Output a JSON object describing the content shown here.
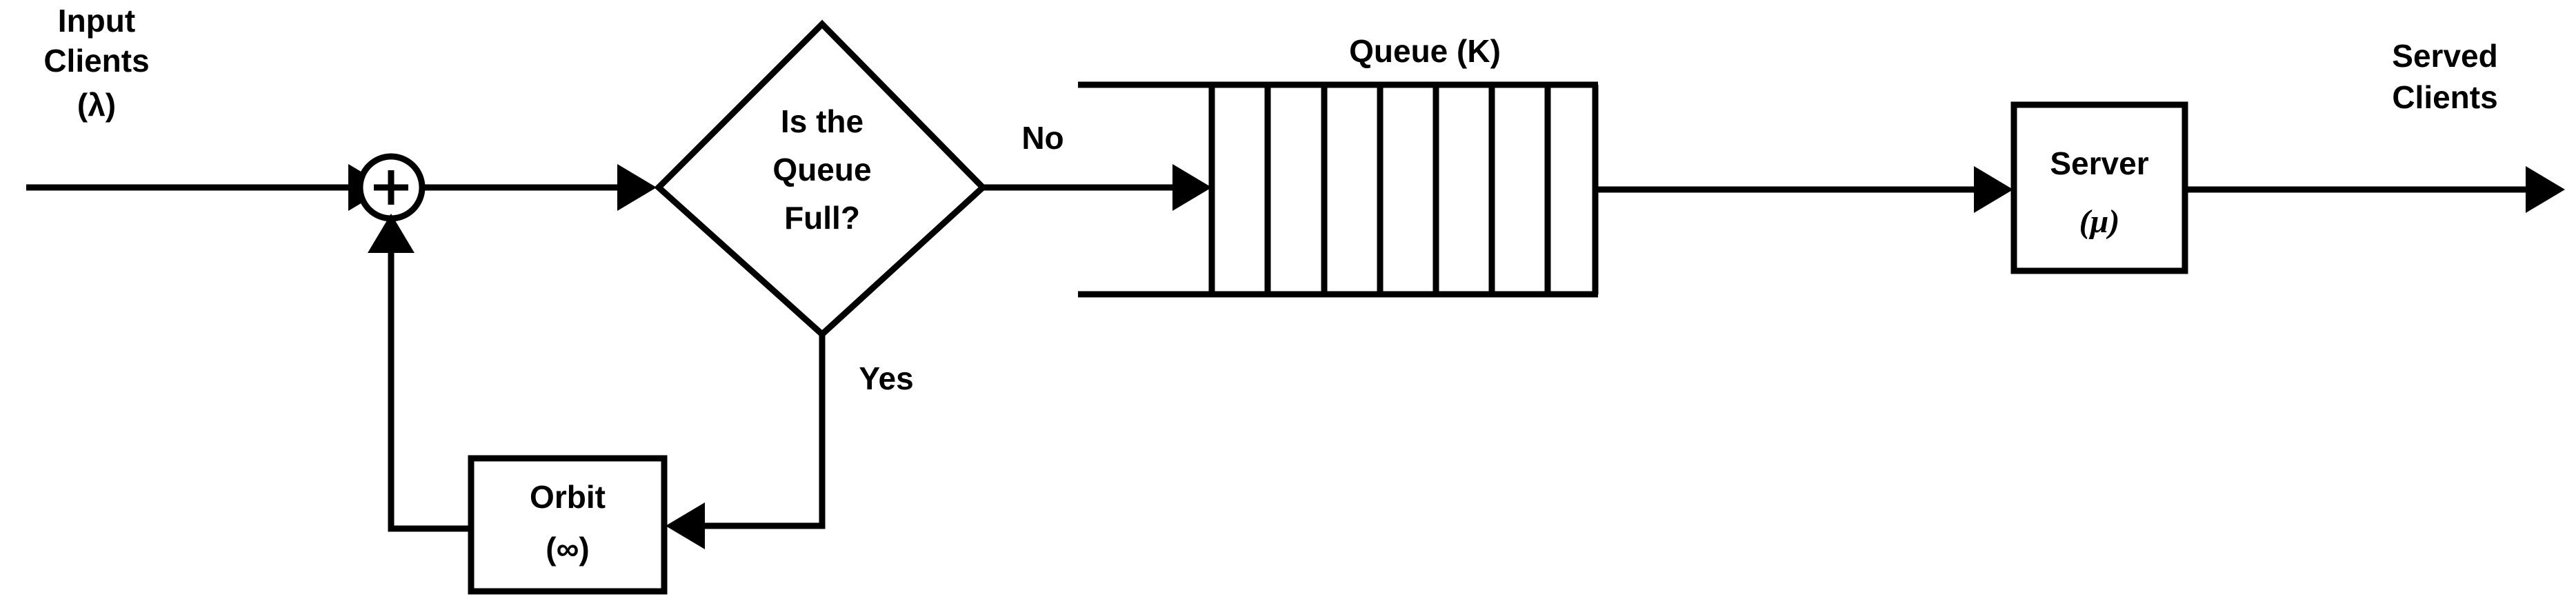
{
  "diagram": {
    "title": "Retrial queueing system flow diagram",
    "background_color": "#ffffff",
    "line_color": "#000000",
    "labels": {
      "input_line1": "Input",
      "input_line2": "Clients",
      "input_rate": "(λ)",
      "sum_symbol": "+",
      "decision_line1": "Is the",
      "decision_line2": "Queue",
      "decision_line3": "Full?",
      "branch_no": "No",
      "branch_yes": "Yes",
      "queue_title": "Queue (K)",
      "server_line1": "Server",
      "server_rate": "(μ)",
      "orbit_line1": "Orbit",
      "orbit_capacity": "(∞)",
      "output_line1": "Served",
      "output_line2": "Clients"
    },
    "nodes": [
      {
        "id": "input-source",
        "type": "text-label",
        "label": "Input Clients (λ)"
      },
      {
        "id": "summing-junction",
        "type": "circle",
        "label": "+"
      },
      {
        "id": "decision",
        "type": "diamond",
        "label": "Is the Queue Full?"
      },
      {
        "id": "queue",
        "type": "queue-buffer",
        "label": "Queue (K)",
        "cells": 7
      },
      {
        "id": "server",
        "type": "rectangle",
        "label": "Server (μ)"
      },
      {
        "id": "orbit",
        "type": "rectangle",
        "label": "Orbit (∞)"
      },
      {
        "id": "output-sink",
        "type": "text-label",
        "label": "Served Clients"
      }
    ],
    "edges": [
      {
        "from": "input-source",
        "to": "summing-junction",
        "label": ""
      },
      {
        "from": "summing-junction",
        "to": "decision",
        "label": ""
      },
      {
        "from": "decision",
        "to": "queue",
        "label": "No"
      },
      {
        "from": "decision",
        "to": "orbit",
        "label": "Yes"
      },
      {
        "from": "queue",
        "to": "server",
        "label": ""
      },
      {
        "from": "server",
        "to": "output-sink",
        "label": ""
      },
      {
        "from": "orbit",
        "to": "summing-junction",
        "label": ""
      }
    ]
  }
}
